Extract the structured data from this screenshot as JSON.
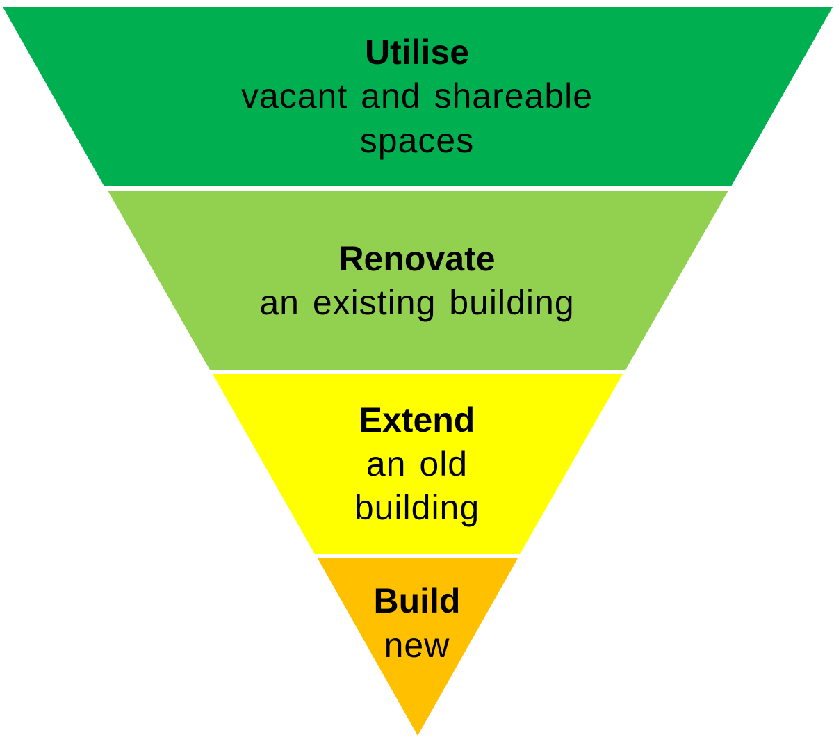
{
  "diagram": {
    "type": "inverted-pyramid",
    "levels": [
      {
        "title": "Utilise",
        "lines": [
          "vacant and shareable",
          "spaces"
        ],
        "color": "#00B050"
      },
      {
        "title": "Renovate",
        "lines": [
          "an existing building"
        ],
        "color": "#92D050"
      },
      {
        "title": "Extend",
        "lines": [
          "an old",
          "building"
        ],
        "color": "#FFFF00"
      },
      {
        "title": "Build",
        "lines": [
          "new"
        ],
        "color": "#FFC000"
      }
    ]
  }
}
